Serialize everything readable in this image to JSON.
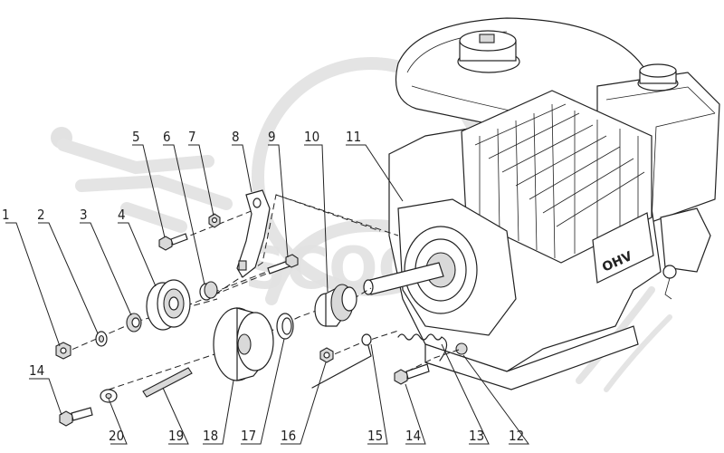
{
  "callouts": [
    {
      "id": 1,
      "label": "1"
    },
    {
      "id": 2,
      "label": "2"
    },
    {
      "id": 3,
      "label": "3"
    },
    {
      "id": 4,
      "label": "4"
    },
    {
      "id": 5,
      "label": "5"
    },
    {
      "id": 6,
      "label": "6"
    },
    {
      "id": 7,
      "label": "7"
    },
    {
      "id": 8,
      "label": "8"
    },
    {
      "id": 9,
      "label": "9"
    },
    {
      "id": 10,
      "label": "10"
    },
    {
      "id": 11,
      "label": "11"
    },
    {
      "id": 12,
      "label": "12"
    },
    {
      "id": 13,
      "label": "13"
    },
    {
      "id": 14,
      "label": "14"
    },
    {
      "id": 15,
      "label": "15"
    },
    {
      "id": 16,
      "label": "16"
    },
    {
      "id": 17,
      "label": "17"
    },
    {
      "id": 18,
      "label": "18"
    },
    {
      "id": 19,
      "label": "19"
    },
    {
      "id": 20,
      "label": "20"
    },
    {
      "id": 21,
      "label": "14"
    }
  ],
  "engine": {
    "badge": "OHV"
  },
  "watermark": {
    "text": "SCOOT"
  },
  "colors": {
    "ink": "#222222",
    "watermark": "#e2e2e2",
    "background": "#ffffff"
  }
}
